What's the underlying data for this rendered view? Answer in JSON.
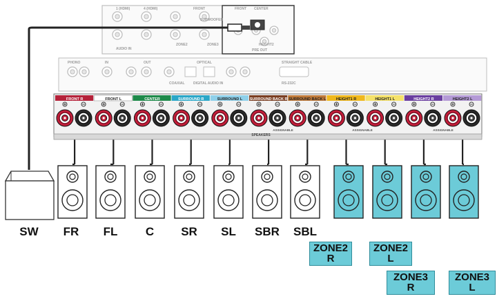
{
  "receiver": {
    "top_panel": {
      "labels": [
        "1 (HDMI)",
        "4 (HDMI)",
        "FRONT",
        "SUBWOOFER",
        "FRONT",
        "CENTER",
        "AUDIO IN",
        "PHONO",
        "IN",
        "OUT",
        "COAXIAL",
        "OPTICAL",
        "DIGITAL AUDIO IN",
        "PRE OUT",
        "STRAIGHT CABLE",
        "RS-232C",
        "ZONE2",
        "ZONE3",
        "HEIGHT2"
      ]
    },
    "speaker_panel": {
      "title": "SPEAKERS",
      "assignable_labels": [
        "ASSIGNABLE",
        "ASSIGNABLE",
        "ASSIGNABLE"
      ],
      "channels": [
        {
          "label": "FRONT R",
          "color": "#b5223a"
        },
        {
          "label": "FRONT L",
          "color": "#ffffff"
        },
        {
          "label": "CENTER",
          "color": "#1e8a4a"
        },
        {
          "label": "SURROUND R",
          "color": "#2aa7c8"
        },
        {
          "label": "SURROUND L",
          "color": "#8fd0ea"
        },
        {
          "label": "SURROUND BACK R",
          "color": "#7a3e22"
        },
        {
          "label": "SURROUND BACK L",
          "color": "#c07a3a"
        },
        {
          "label": "HEIGHT1 R",
          "color": "#f0b81c"
        },
        {
          "label": "HEIGHT1 L",
          "color": "#f5e26a"
        },
        {
          "label": "HEIGHT2 R",
          "color": "#6a3ea0"
        },
        {
          "label": "HEIGHT2 L",
          "color": "#b49ad6"
        }
      ]
    }
  },
  "speakers": [
    {
      "id": "SW",
      "type": "subwoofer",
      "highlight": false
    },
    {
      "id": "FR",
      "highlight": false
    },
    {
      "id": "FL",
      "highlight": false
    },
    {
      "id": "C",
      "highlight": false
    },
    {
      "id": "SR",
      "highlight": false
    },
    {
      "id": "SL",
      "highlight": false
    },
    {
      "id": "SBR",
      "highlight": false
    },
    {
      "id": "SBL",
      "highlight": false
    },
    {
      "id": "",
      "highlight": true
    },
    {
      "id": "",
      "highlight": true
    },
    {
      "id": "",
      "highlight": true
    },
    {
      "id": "",
      "highlight": true
    }
  ],
  "zones": [
    {
      "line1": "ZONE2",
      "line2": "R"
    },
    {
      "line1": "ZONE2",
      "line2": "L"
    },
    {
      "line1": "ZONE3",
      "line2": "R"
    },
    {
      "line1": "ZONE3",
      "line2": "L"
    }
  ],
  "colors": {
    "highlight_speaker": "#6ccbd8",
    "zone_box": "#6ccbd8",
    "terminal_red": "#c41e3a",
    "panel_bg": "#f2f2f2"
  }
}
